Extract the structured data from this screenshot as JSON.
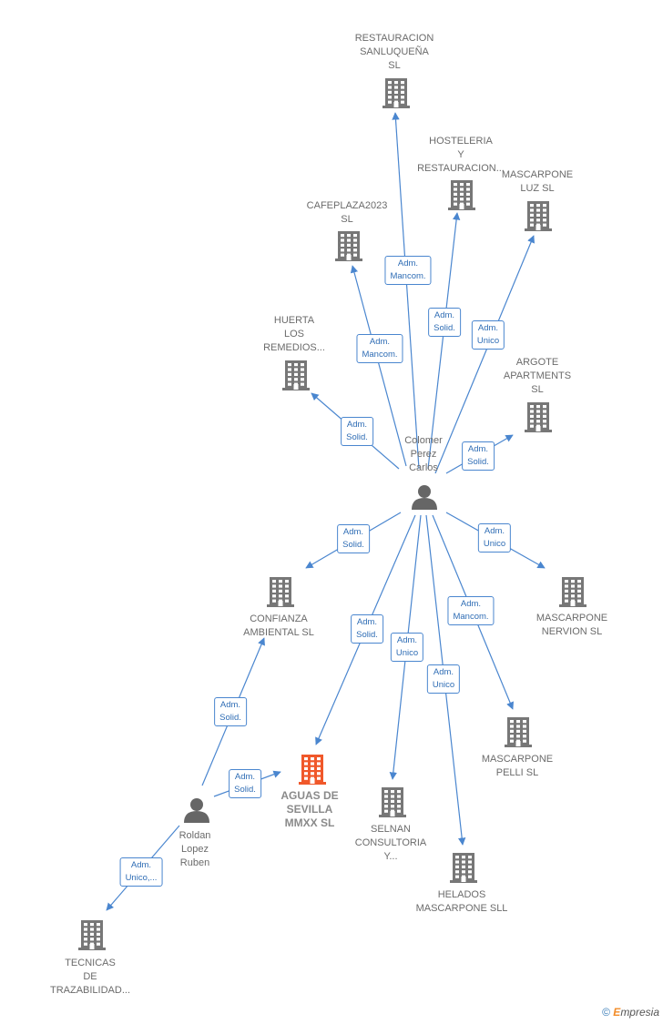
{
  "colors": {
    "edge": "#4a86cf",
    "building": "#777777",
    "focus": "#f0582a",
    "person": "#666666",
    "label": "#6b6b6b",
    "edge_text": "#2f6db5"
  },
  "nodes": [
    {
      "id": "restauracion",
      "type": "company",
      "lines": [
        "RESTAURACION",
        "SANLUQUEÑA",
        "SL"
      ]
    },
    {
      "id": "hosteleria",
      "type": "company",
      "lines": [
        "HOSTELERIA",
        "Y",
        "RESTAURACION..."
      ]
    },
    {
      "id": "mascarpone-luz",
      "type": "company",
      "lines": [
        "MASCARPONE",
        "LUZ  SL"
      ]
    },
    {
      "id": "cafeplaza",
      "type": "company",
      "lines": [
        "CAFEPLAZA2023",
        "SL"
      ]
    },
    {
      "id": "huerta",
      "type": "company",
      "lines": [
        "HUERTA",
        "LOS",
        "REMEDIOS..."
      ]
    },
    {
      "id": "argote",
      "type": "company",
      "lines": [
        "ARGOTE",
        "APARTMENTS",
        "SL"
      ]
    },
    {
      "id": "colomer",
      "type": "person",
      "lines": [
        "Colomer",
        "Perez",
        "Carlos"
      ]
    },
    {
      "id": "confianza",
      "type": "company",
      "lines": [
        "CONFIANZA",
        "AMBIENTAL  SL"
      ]
    },
    {
      "id": "mascarpone-nervion",
      "type": "company",
      "lines": [
        "MASCARPONE",
        "NERVION SL"
      ]
    },
    {
      "id": "mascarpone-pelli",
      "type": "company",
      "lines": [
        "MASCARPONE",
        "PELLI  SL"
      ]
    },
    {
      "id": "aguas",
      "type": "focus",
      "lines": [
        "AGUAS DE",
        "SEVILLA",
        "MMXX  SL"
      ]
    },
    {
      "id": "selnan",
      "type": "company",
      "lines": [
        "SELNAN",
        "CONSULTORIA",
        "Y..."
      ]
    },
    {
      "id": "helados",
      "type": "company",
      "lines": [
        "HELADOS",
        "MASCARPONE SLL"
      ]
    },
    {
      "id": "roldan",
      "type": "person",
      "lines": [
        "Roldan",
        "Lopez",
        "Ruben"
      ]
    },
    {
      "id": "tecnicas",
      "type": "company",
      "lines": [
        "TECNICAS",
        "DE",
        "TRAZABILIDAD..."
      ]
    }
  ],
  "edges": [
    {
      "from": "colomer",
      "to": "restauracion",
      "lines": [
        "Adm.",
        "Mancom."
      ]
    },
    {
      "from": "colomer",
      "to": "hosteleria",
      "lines": [
        "Adm.",
        "Solid."
      ]
    },
    {
      "from": "colomer",
      "to": "mascarpone-luz",
      "lines": [
        "Adm.",
        "Unico"
      ]
    },
    {
      "from": "colomer",
      "to": "cafeplaza",
      "lines": [
        "Adm.",
        "Mancom."
      ]
    },
    {
      "from": "colomer",
      "to": "huerta",
      "lines": [
        "Adm.",
        "Solid."
      ]
    },
    {
      "from": "colomer",
      "to": "argote",
      "lines": [
        "Adm.",
        "Solid."
      ]
    },
    {
      "from": "colomer",
      "to": "confianza",
      "lines": [
        "Adm.",
        "Solid."
      ]
    },
    {
      "from": "colomer",
      "to": "mascarpone-nervion",
      "lines": [
        "Adm.",
        "Unico"
      ]
    },
    {
      "from": "colomer",
      "to": "mascarpone-pelli",
      "lines": [
        "Adm.",
        "Mancom."
      ]
    },
    {
      "from": "colomer",
      "to": "aguas",
      "lines": [
        "Adm.",
        "Solid."
      ]
    },
    {
      "from": "colomer",
      "to": "selnan",
      "lines": [
        "Adm.",
        "Unico"
      ]
    },
    {
      "from": "colomer",
      "to": "helados",
      "lines": [
        "Adm.",
        "Unico"
      ]
    },
    {
      "from": "roldan",
      "to": "confianza",
      "lines": [
        "Adm.",
        "Solid."
      ]
    },
    {
      "from": "roldan",
      "to": "aguas",
      "lines": [
        "Adm.",
        "Solid."
      ]
    },
    {
      "from": "roldan",
      "to": "tecnicas",
      "lines": [
        "Adm.",
        "Unico,..."
      ]
    }
  ],
  "brand": {
    "symbol": "©",
    "initial": "E",
    "rest": "mpresia"
  }
}
